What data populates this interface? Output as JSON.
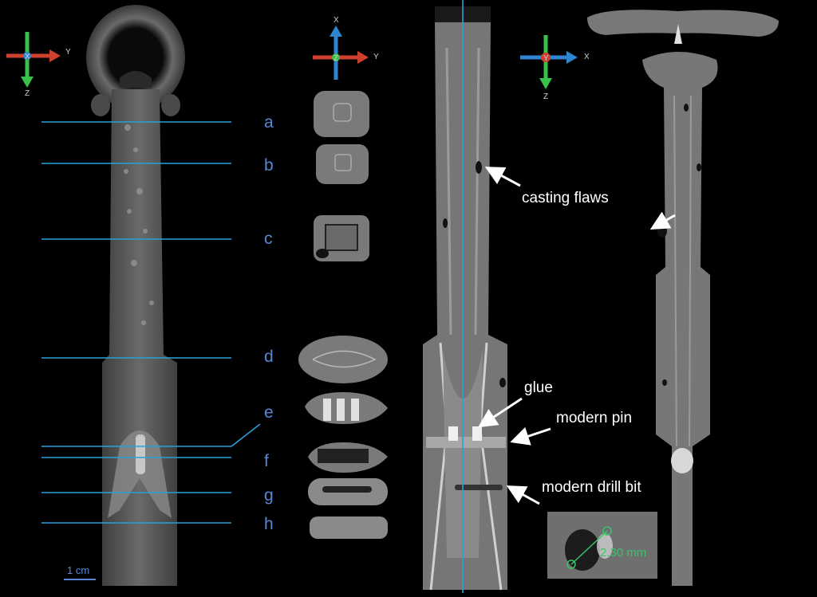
{
  "axes_glyphs": {
    "left": {
      "horizontal": "Y",
      "vertical": "Z",
      "center": "X"
    },
    "middle": {
      "horizontal": "Y",
      "vertical": "X",
      "center": "Z"
    },
    "right": {
      "horizontal": "X",
      "vertical": "Z",
      "center": "Y"
    }
  },
  "section_labels": [
    "a",
    "b",
    "c",
    "d",
    "e",
    "f",
    "g",
    "h"
  ],
  "annotations": {
    "casting_flaws": "casting flaws",
    "glue": "glue",
    "modern_pin": "modern pin",
    "modern_drill_bit": "modern drill bit"
  },
  "inset_measurement": "2.30 mm",
  "scale_bar": "1 cm",
  "colors": {
    "background": "#000000",
    "section_line": "#2a9fdb",
    "section_label": "#5a86d6",
    "axis_red": "#d0402f",
    "axis_green": "#39c04a",
    "axis_blue": "#2f86d0",
    "measure": "#39c46a"
  }
}
